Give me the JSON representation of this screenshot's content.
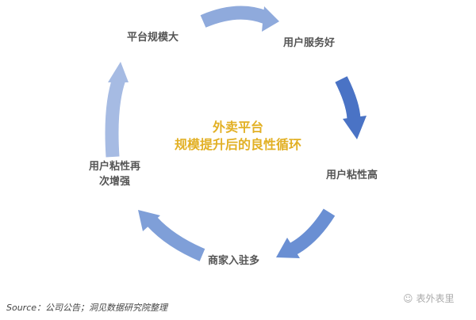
{
  "center_title": {
    "line1": "外卖平台",
    "line2": "规模提升后的良性循环"
  },
  "nodes": {
    "platform_scale": "平台规模大",
    "user_service": "用户服务好",
    "user_stickiness": "用户粘性高",
    "merchants": "商家入驻多",
    "stickiness_again_1": "用户粘性再",
    "stickiness_again_2": "次增强"
  },
  "arrow_colors": [
    "#8faadc",
    "#4a73c5",
    "#6a8fd3",
    "#7f9fd8",
    "#a6bbe3"
  ],
  "source": "Source：公司公告；洞见数据研究院整理",
  "watermark": "表外表里"
}
